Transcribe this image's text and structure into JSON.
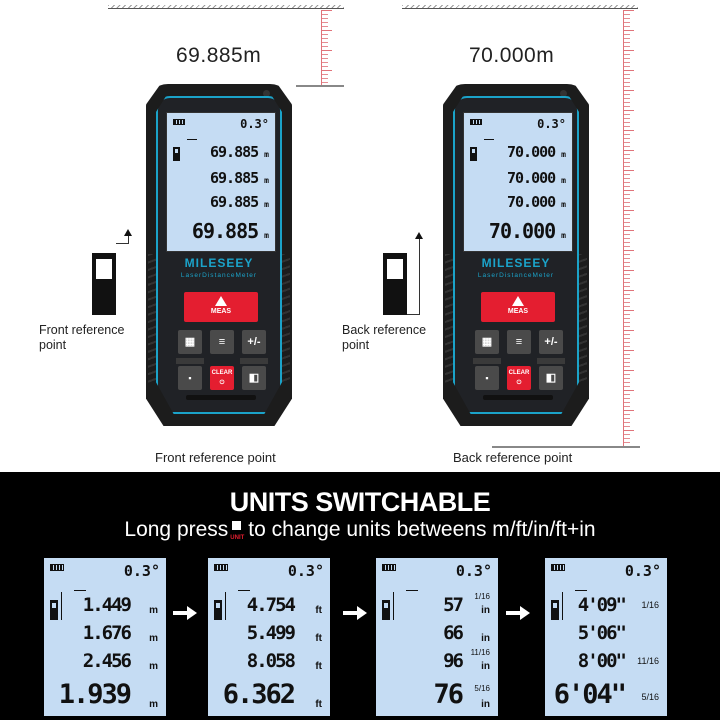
{
  "top": {
    "left_scene": {
      "distance": "69.885m",
      "device": {
        "brand": "MILESEEY",
        "subtitle": "LaserDistanceMeter",
        "angle": "0.3°",
        "readings": [
          {
            "value": "69.885",
            "unit": "m"
          },
          {
            "value": "69.885",
            "unit": "m"
          },
          {
            "value": "69.885",
            "unit": "m"
          },
          {
            "value": "69.885",
            "unit": "m"
          }
        ],
        "buttons": {
          "meas": "MEAS",
          "clear": "CLEAR",
          "plus_minus": "+/-"
        }
      },
      "side_label": "Front reference point",
      "bottom_label": "Front reference point"
    },
    "right_scene": {
      "distance": "70.000m",
      "device": {
        "brand": "MILESEEY",
        "subtitle": "LaserDistanceMeter",
        "angle": "0.3°",
        "readings": [
          {
            "value": "70.000",
            "unit": "m"
          },
          {
            "value": "70.000",
            "unit": "m"
          },
          {
            "value": "70.000",
            "unit": "m"
          },
          {
            "value": "70.000",
            "unit": "m"
          }
        ],
        "buttons": {
          "meas": "MEAS",
          "clear": "CLEAR",
          "plus_minus": "+/-"
        }
      },
      "side_label": "Back reference point",
      "bottom_label": "Back reference point"
    }
  },
  "bottom": {
    "title": "UNITS SWITCHABLE",
    "subtitle_before": "Long press",
    "unit_button_label": "UNIT",
    "subtitle_after": "to change units betweens m/ft/in/ft+in",
    "panels": [
      {
        "angle": "0.3°",
        "rows": [
          {
            "value": "1.449",
            "unit": "m",
            "frac": ""
          },
          {
            "value": "1.676",
            "unit": "m",
            "frac": ""
          },
          {
            "value": "2.456",
            "unit": "m",
            "frac": ""
          },
          {
            "value": "1.939",
            "unit": "m",
            "frac": ""
          }
        ]
      },
      {
        "angle": "0.3°",
        "rows": [
          {
            "value": "4.754",
            "unit": "ft",
            "frac": ""
          },
          {
            "value": "5.499",
            "unit": "ft",
            "frac": ""
          },
          {
            "value": "8.058",
            "unit": "ft",
            "frac": ""
          },
          {
            "value": "6.362",
            "unit": "ft",
            "frac": ""
          }
        ]
      },
      {
        "angle": "0.3°",
        "rows": [
          {
            "value": "57",
            "unit": "in",
            "frac": "1/16"
          },
          {
            "value": "66",
            "unit": "in",
            "frac": ""
          },
          {
            "value": "96",
            "unit": "in",
            "frac": "11/16"
          },
          {
            "value": "76",
            "unit": "in",
            "frac": "5/16"
          }
        ]
      },
      {
        "angle": "0.3°",
        "rows": [
          {
            "value": "4'09\"",
            "unit": "",
            "frac": "1/16"
          },
          {
            "value": "5'06\"",
            "unit": "",
            "frac": ""
          },
          {
            "value": "8'00\"",
            "unit": "",
            "frac": "11/16"
          },
          {
            "value": "6'04\"",
            "unit": "",
            "frac": "5/16"
          }
        ]
      }
    ]
  },
  "colors": {
    "accent": "#1ba3c9",
    "red": "#e41e30",
    "lcd": "#c5dcf3"
  }
}
